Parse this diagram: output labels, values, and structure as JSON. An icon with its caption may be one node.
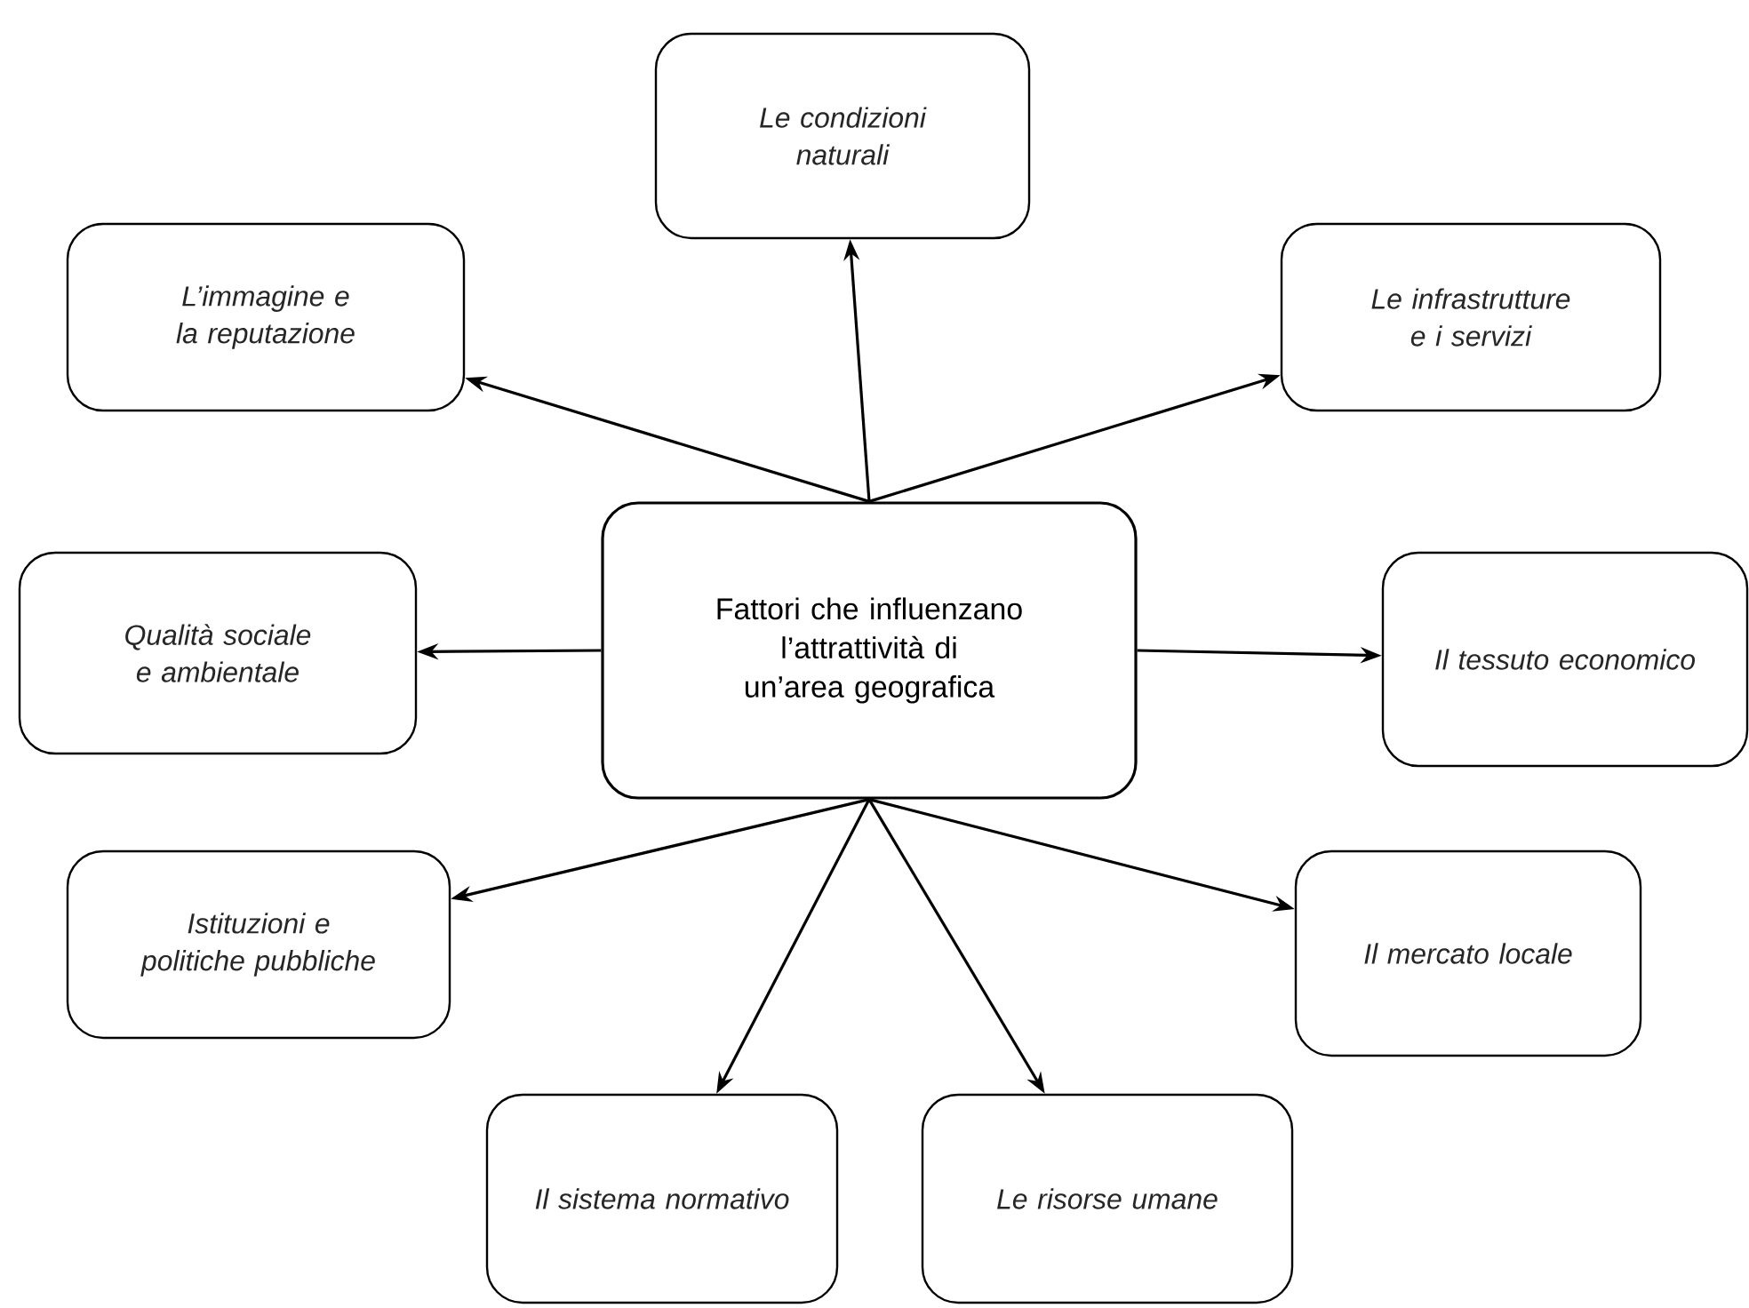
{
  "diagram": {
    "nodes": [
      {
        "text": [
          "Fattori che influenzano l’attrattività di un’area geografica"
        ]
      },
      {
        "text": [
          "Le condizioni naturali"
        ]
      },
      {
        "text": [
          "L’immagine e la reputazione"
        ]
      },
      {
        "text": [
          "Le infrastrutture e i servizi"
        ]
      },
      {
        "text": [
          "Qualità sociale e ambientale"
        ]
      },
      {
        "text": [
          "Il tessuto economico"
        ]
      },
      {
        "text": [
          "Istituzioni e politiche pubbliche"
        ]
      },
      {
        "text": [
          "Il mercato locale"
        ]
      },
      {
        "text": [
          "Il sistema normativo"
        ]
      },
      {
        "text": [
          "Le risorse umane"
        ]
      }
    ],
    "edges": [
      {
        "from": 0,
        "to": 1,
        "arrow": "to"
      },
      {
        "from": 0,
        "to": 2,
        "arrow": "to"
      },
      {
        "from": 0,
        "to": 3,
        "arrow": "to"
      },
      {
        "from": 0,
        "to": 4,
        "arrow": "to"
      },
      {
        "from": 0,
        "to": 5,
        "arrow": "to"
      },
      {
        "from": 0,
        "to": 6,
        "arrow": "to"
      },
      {
        "from": 0,
        "to": 7,
        "arrow": "to"
      },
      {
        "from": 0,
        "to": 8,
        "arrow": "to"
      },
      {
        "from": 0,
        "to": 9,
        "arrow": "to"
      }
    ]
  }
}
